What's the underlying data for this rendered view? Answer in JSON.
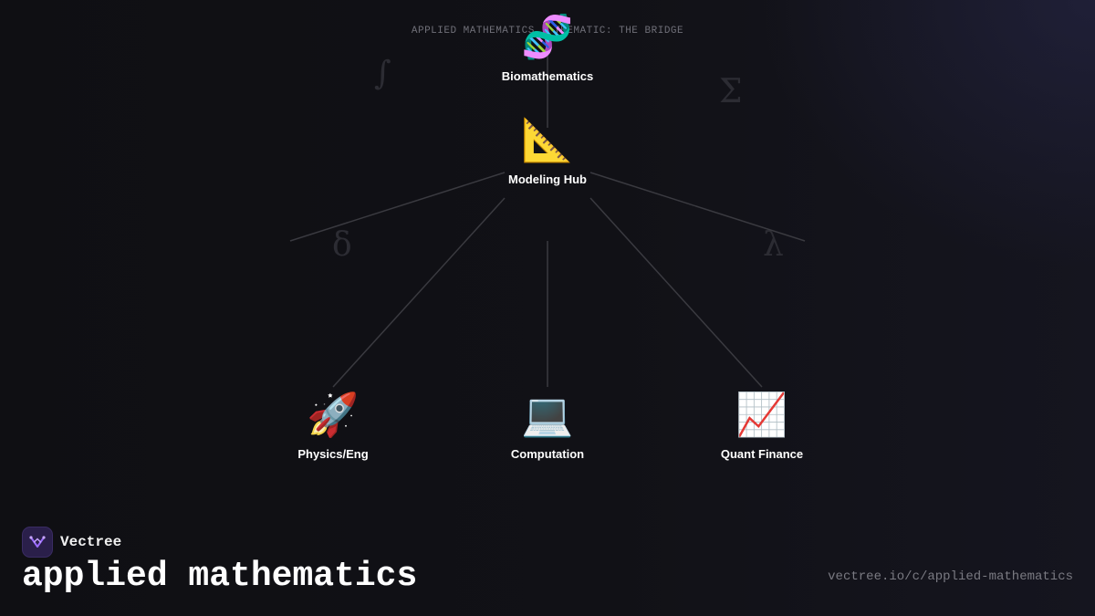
{
  "header": {
    "title": "APPLIED MATHEMATICS · THEMATIC: THE BRIDGE"
  },
  "background_symbols": [
    "∫",
    "Σ",
    "δ",
    "λ"
  ],
  "nodes": [
    {
      "id": "biomathematics",
      "label": "Biomathematics",
      "icon": "🧬",
      "icon_name": "dna-icon"
    },
    {
      "id": "modeling-hub",
      "label": "Modeling Hub",
      "icon": "📐",
      "icon_name": "triangular-ruler-icon"
    },
    {
      "id": "physics-eng",
      "label": "Physics/Eng",
      "icon": "🚀",
      "icon_name": "rocket-icon"
    },
    {
      "id": "computation",
      "label": "Computation",
      "icon": "💻",
      "icon_name": "laptop-icon"
    },
    {
      "id": "quant-finance",
      "label": "Quant Finance",
      "icon": "📈",
      "icon_name": "chart-increasing-icon"
    }
  ],
  "edges": [
    {
      "from": "biomathematics",
      "to": "modeling-hub"
    },
    {
      "from": "modeling-hub",
      "to": "physics-eng"
    },
    {
      "from": "modeling-hub",
      "to": "computation"
    },
    {
      "from": "modeling-hub",
      "to": "quant-finance"
    }
  ],
  "footer": {
    "brand_name": "Vectree",
    "heading": "applied mathematics",
    "url": "vectree.io/c/applied-mathematics"
  },
  "colors": {
    "background": "#101015",
    "edge": "#3a3a40",
    "brand_logo_bg": "#2a1f4a",
    "brand_accent": "#9b6bff"
  }
}
